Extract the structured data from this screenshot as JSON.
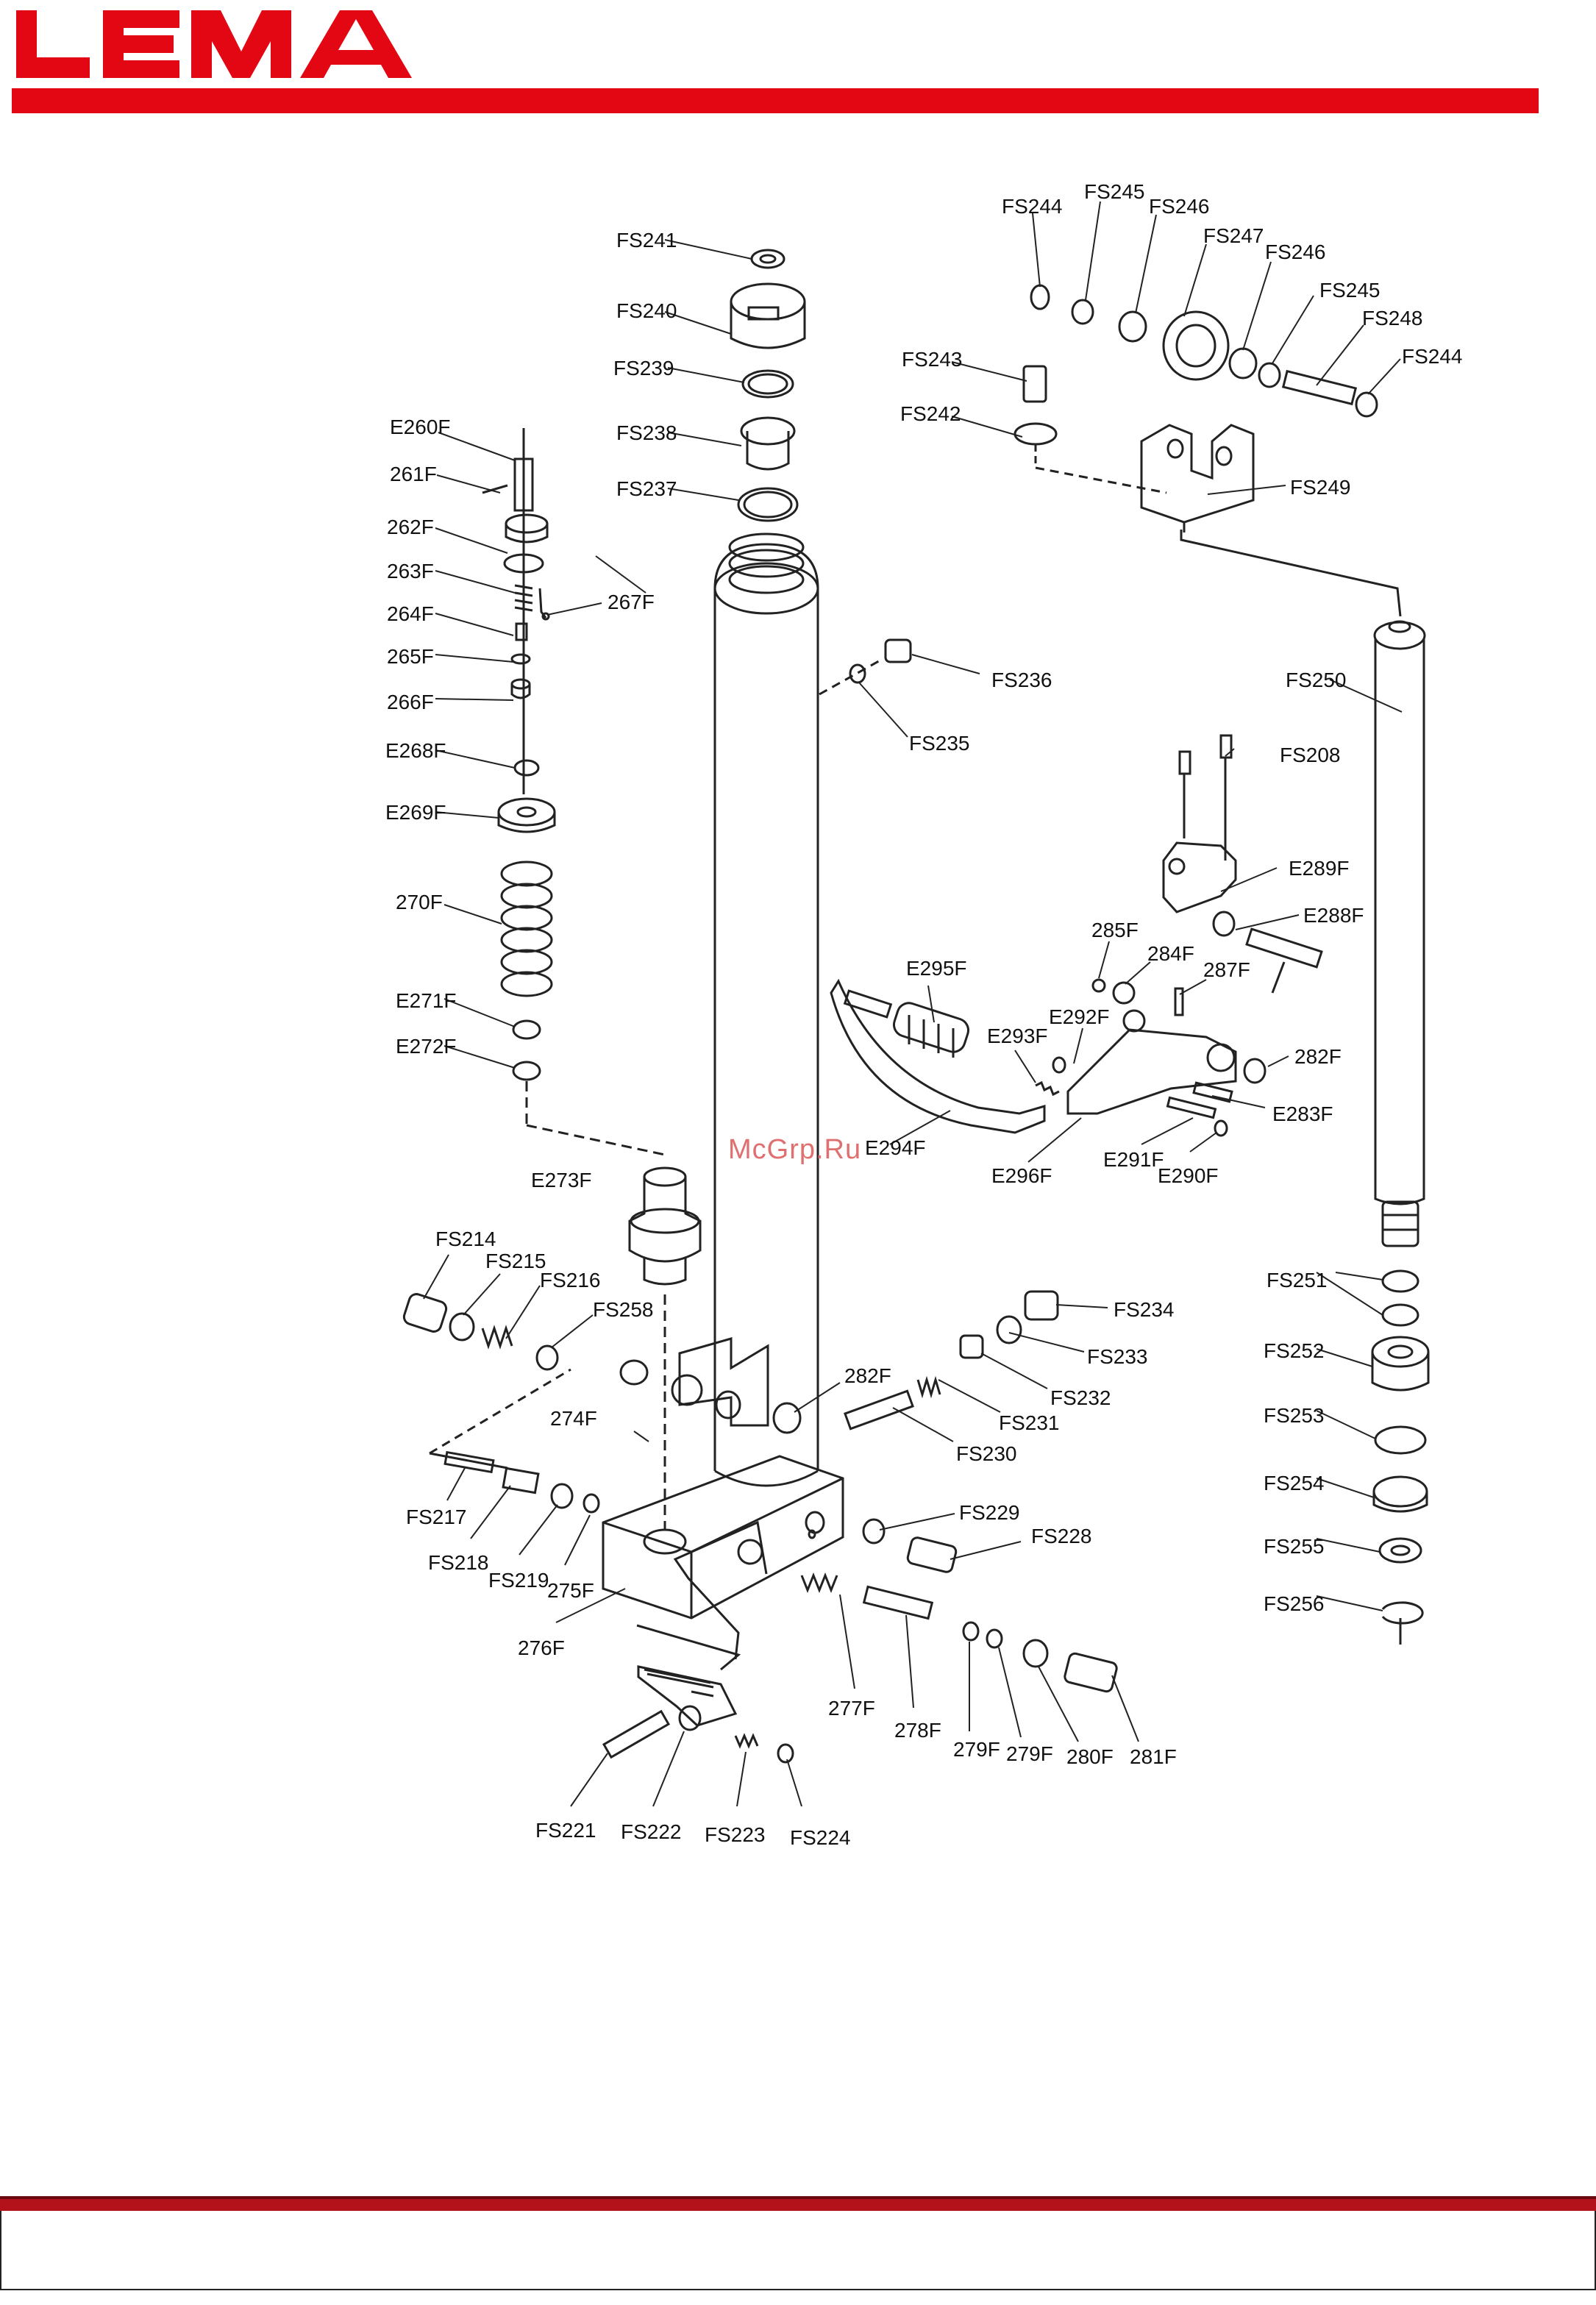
{
  "brand": {
    "name": "LEMA",
    "color": "#e30613"
  },
  "watermark": "McGrp.Ru",
  "diagram": {
    "part_labels": [
      {
        "id": "fs244a",
        "text": "FS244"
      },
      {
        "id": "fs245a",
        "text": "FS245"
      },
      {
        "id": "fs246a",
        "text": "FS246"
      },
      {
        "id": "fs247",
        "text": "FS247"
      },
      {
        "id": "fs246b",
        "text": "FS246"
      },
      {
        "id": "fs245b",
        "text": "FS245"
      },
      {
        "id": "fs248",
        "text": "FS248"
      },
      {
        "id": "fs244b",
        "text": "FS244"
      },
      {
        "id": "fs243",
        "text": "FS243"
      },
      {
        "id": "fs242",
        "text": "FS242"
      },
      {
        "id": "fs249",
        "text": "FS249"
      },
      {
        "id": "fs241",
        "text": "FS241"
      },
      {
        "id": "fs240",
        "text": "FS240"
      },
      {
        "id": "fs239",
        "text": "FS239"
      },
      {
        "id": "fs238",
        "text": "FS238"
      },
      {
        "id": "fs237",
        "text": "FS237"
      },
      {
        "id": "e260f",
        "text": "E260F"
      },
      {
        "id": "261f",
        "text": "261F"
      },
      {
        "id": "262f",
        "text": "262F"
      },
      {
        "id": "263f",
        "text": "263F"
      },
      {
        "id": "267f",
        "text": "267F"
      },
      {
        "id": "264f",
        "text": "264F"
      },
      {
        "id": "265f",
        "text": "265F"
      },
      {
        "id": "266f",
        "text": "266F"
      },
      {
        "id": "e268f",
        "text": "E268F"
      },
      {
        "id": "e269f",
        "text": "E269F"
      },
      {
        "id": "270f",
        "text": "270F"
      },
      {
        "id": "e271f",
        "text": "E271F"
      },
      {
        "id": "e272f",
        "text": "E272F"
      },
      {
        "id": "fs236",
        "text": "FS236"
      },
      {
        "id": "fs235",
        "text": "FS235"
      },
      {
        "id": "fs250",
        "text": "FS250"
      },
      {
        "id": "fs208",
        "text": "FS208"
      },
      {
        "id": "e289f",
        "text": "E289F"
      },
      {
        "id": "e288f",
        "text": "E288F"
      },
      {
        "id": "285f",
        "text": "285F"
      },
      {
        "id": "284f",
        "text": "284F"
      },
      {
        "id": "287f",
        "text": "287F"
      },
      {
        "id": "e295f",
        "text": "E295F"
      },
      {
        "id": "e292f",
        "text": "E292F"
      },
      {
        "id": "e293f",
        "text": "E293F"
      },
      {
        "id": "282f_a",
        "text": "282F"
      },
      {
        "id": "e283f",
        "text": "E283F"
      },
      {
        "id": "e294f",
        "text": "E294F"
      },
      {
        "id": "e296f",
        "text": "E296F"
      },
      {
        "id": "e291f",
        "text": "E291F"
      },
      {
        "id": "e290f",
        "text": "E290F"
      },
      {
        "id": "e273f",
        "text": "E273F"
      },
      {
        "id": "fs214",
        "text": "FS214"
      },
      {
        "id": "fs215",
        "text": "FS215"
      },
      {
        "id": "fs216",
        "text": "FS216"
      },
      {
        "id": "fs258",
        "text": "FS258"
      },
      {
        "id": "fs234",
        "text": "FS234"
      },
      {
        "id": "fs233",
        "text": "FS233"
      },
      {
        "id": "fs232",
        "text": "FS232"
      },
      {
        "id": "fs231",
        "text": "FS231"
      },
      {
        "id": "fs230",
        "text": "FS230"
      },
      {
        "id": "282f_b",
        "text": "282F"
      },
      {
        "id": "274f",
        "text": "274F"
      },
      {
        "id": "fs251",
        "text": "FS251"
      },
      {
        "id": "fs252",
        "text": "FS252"
      },
      {
        "id": "fs253",
        "text": "FS253"
      },
      {
        "id": "fs254",
        "text": "FS254"
      },
      {
        "id": "fs255",
        "text": "FS255"
      },
      {
        "id": "fs256",
        "text": "FS256"
      },
      {
        "id": "fs229",
        "text": "FS229"
      },
      {
        "id": "fs228",
        "text": "FS228"
      },
      {
        "id": "fs217",
        "text": "FS217"
      },
      {
        "id": "fs218",
        "text": "FS218"
      },
      {
        "id": "fs219",
        "text": "FS219"
      },
      {
        "id": "275f",
        "text": "275F"
      },
      {
        "id": "276f",
        "text": "276F"
      },
      {
        "id": "277f",
        "text": "277F"
      },
      {
        "id": "278f",
        "text": "278F"
      },
      {
        "id": "279f_a",
        "text": "279F"
      },
      {
        "id": "279f_b",
        "text": "279F"
      },
      {
        "id": "280f",
        "text": "280F"
      },
      {
        "id": "281f",
        "text": "281F"
      },
      {
        "id": "fs221",
        "text": "FS221"
      },
      {
        "id": "fs222",
        "text": "FS222"
      },
      {
        "id": "fs223",
        "text": "FS223"
      },
      {
        "id": "fs224",
        "text": "FS224"
      }
    ]
  }
}
